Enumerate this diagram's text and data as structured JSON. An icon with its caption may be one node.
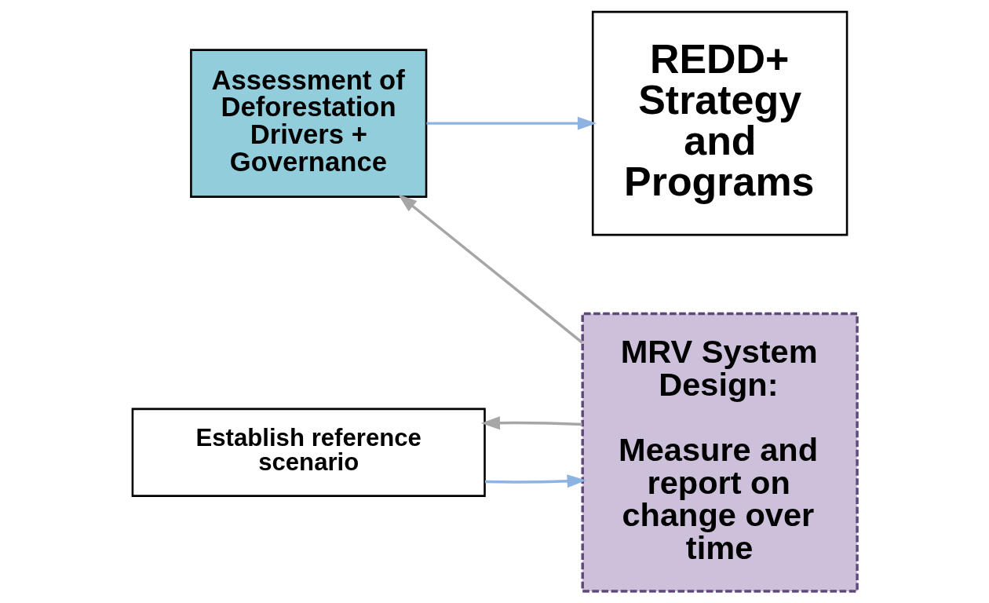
{
  "diagram": {
    "nodes": [
      {
        "text": [
          "Assessment of Deforestation Drivers + Governance"
        ]
      },
      {
        "text": [
          "REDD+ Strategy and Programs"
        ]
      },
      {
        "text": [
          "MRV System Design:",
          "Measure and report on change over time"
        ]
      },
      {
        "text": [
          "Establish reference scenario"
        ]
      }
    ],
    "edges": [
      {
        "from": 0,
        "to": 1,
        "arrow": "to",
        "color": "#8db3e2"
      },
      {
        "from": 3,
        "to": 2,
        "arrow": "to",
        "color": "#8db3e2"
      },
      {
        "from": 2,
        "to": 0,
        "arrow": "to",
        "color": "#a6a6a6"
      },
      {
        "from": 2,
        "to": 3,
        "arrow": "to",
        "color": "#a6a6a6"
      }
    ]
  }
}
